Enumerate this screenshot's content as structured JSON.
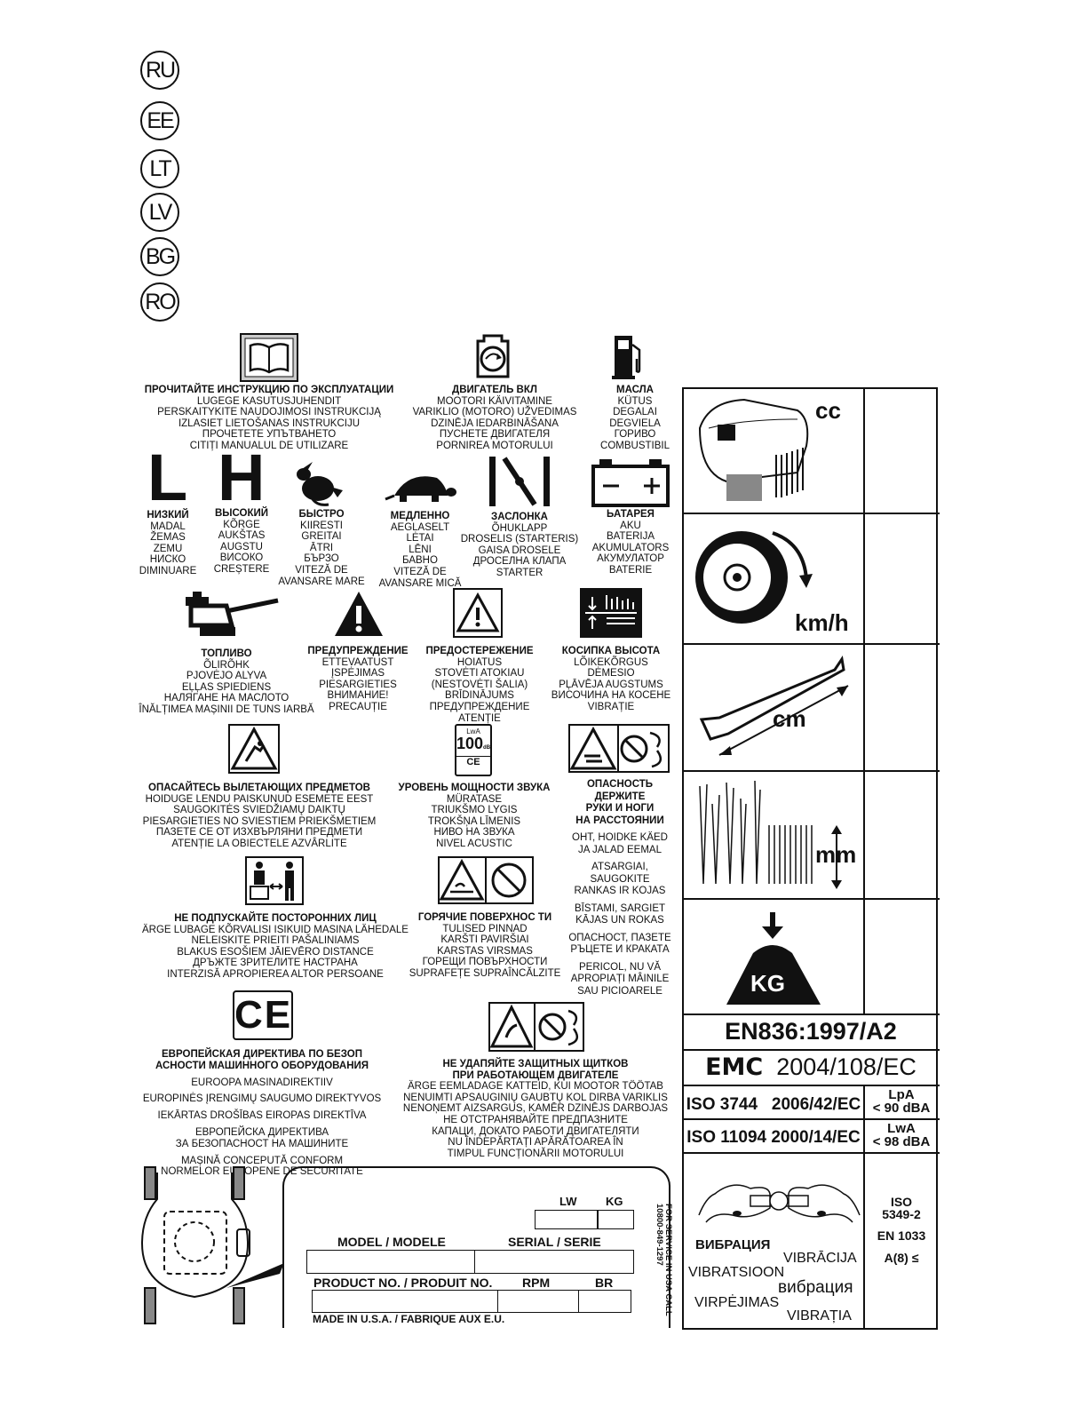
{
  "languages": [
    "RU",
    "EE",
    "LT",
    "LV",
    "BG",
    "RO"
  ],
  "blocks": {
    "read_manual": {
      "head": [
        "ПРОЧИТАЙТЕ ИНСТРУКЦИЮ ПО ЭКСПЛУАТАЦИИ"
      ],
      "lines": [
        "LUGEGE  KASUTUSJUHENDIT",
        "PERSKAITYKITE NAUDOJIMOSI INSTRUKCIJĄ",
        "IZLASIET LIETOŠANAS INSTRUKCIJU",
        "ПРОЧЕТЕТЕ УПЪТВАНЕТО",
        "CITIȚI MANUALUL DE UTILIZARE"
      ]
    },
    "engine_on": {
      "head": [
        "ДВИГАТЕЛЬ ВКЛ"
      ],
      "lines": [
        "MOOTORI KÄIVITAMINE",
        "VARIKLIO (MOTORO) UŽVEDIMAS",
        "DZINĒJA IEDARBINĀŠANA",
        "ПУСНЕТЕ ДВИГАТЕЛЯ",
        "PORNIREA MOTORULUI"
      ]
    },
    "fuel": {
      "head": [
        "МАСЛА"
      ],
      "lines": [
        "KÜTUS",
        "DEGALAI",
        "DEGVIELA",
        "ГОРИВО",
        "COMBUSTIBIL"
      ]
    },
    "low": {
      "head": [
        "НИЗКИЙ"
      ],
      "lines": [
        "MADAL",
        "ŽEMAS",
        "ZEMU",
        "НИСКО",
        "DIMINUARE"
      ]
    },
    "high": {
      "head": [
        "ВЫСОКИЙ"
      ],
      "lines": [
        "KÕRGE",
        "AUKŠTAS",
        "AUGSTU",
        "ВИСОКО",
        "CREȘTERE"
      ]
    },
    "fast": {
      "head": [
        "БЫСТРО"
      ],
      "lines": [
        "KIIRESTI",
        "GREITAI",
        "ĀTRI",
        "БЪРЗО",
        "VITEZĂ DE",
        "AVANSARE MARE"
      ]
    },
    "slow": {
      "head": [
        "МЕДЛЕННО"
      ],
      "lines": [
        "AEGLASELT",
        "LĖTAI",
        "LĒNI",
        "БАВНО",
        "VITEZĂ DE",
        "AVANSARE MICĂ"
      ]
    },
    "choke": {
      "head": [
        "ЗАСЛОНКА"
      ],
      "lines": [
        "ÕHUKLAPP",
        "DROSELIS (STARTERIS)",
        "GAISA DROSELE",
        "ДРОСЕЛНА КЛАПА",
        "STARTER"
      ]
    },
    "battery": {
      "head": [
        "ЬАТАРЕЯ"
      ],
      "lines": [
        "AKU",
        "BATERIJA",
        "AKUMULATORS",
        "АКУМУЛАТОР",
        "BATERIE"
      ]
    },
    "oil": {
      "head": [
        "ТОПЛИВО"
      ],
      "lines": [
        "ÕLIRÕHK",
        "PJOVĖJO ALYVA",
        "EĻĻAS SPIEDIENS",
        "НАЛЯГАНЕ НА МАСЛОТО",
        "ÎNĂLȚIMEA MAȘINII DE TUNS IARBĂ"
      ]
    },
    "warning": {
      "head": [
        "ПРЕДУПРЕЖДЕНИЕ"
      ],
      "lines": [
        "ETTEVAATUST",
        "ĮSPĖJIMAS",
        "PIESARGIETIES",
        "ВНИМАНИЕ!",
        "PRECAUȚIE"
      ]
    },
    "caution": {
      "head": [
        "ПРЕДОСТЕРЕЖЕНИЕ"
      ],
      "lines": [
        "HOIATUS",
        "STOVĖTI ATOKIAU",
        "(NESTOVĖTI ŠALIA)",
        "BRĪDINĀJUMS",
        "ПРЕДУПРЕЖДЕНИЕ",
        "ATENȚIE"
      ]
    },
    "cut_height": {
      "head": [
        "КОСИПКА  ВЫСОТА"
      ],
      "lines": [
        "LÕIKEKÕRGUS",
        "DĖMESIO",
        "PĻĀVĒJA AUGSTUMS",
        "ВИСОЧИНА НА КОСЕНЕ",
        "VIBRAȚIE"
      ]
    },
    "thrown_objects": {
      "head": [
        "ОПАСАЙТЕСЬ ВЫЛЕТАЮЩИХ ПРЕДМЕТОВ"
      ],
      "lines": [
        "HOIDUGE LENDU PAISKUNUD  ESEMETE EEST",
        "SAUGOKITĖS SVIEDŽIAMŲ DAIKTŲ",
        "PIESARGIETIES NO SVIESTIEM PRIEKŠMETIEM",
        "ПАЗЕТЕ СЕ ОТ ИЗХВЪРЛЯНИ ПРЕДМЕТИ",
        "ATENȚIE LA OBIECTELE AZVÂRLITE"
      ]
    },
    "sound": {
      "head": [
        "УРОВЕНЬ МОЩНОСТИ ЗВУКА"
      ],
      "lines": [
        "MÜRATASE",
        "TRIUKŠMO LYGIS",
        "TROKŠŅA LĪMENIS",
        "НИВО НА ЗВУКА",
        "NIVEL ACUSTIC"
      ]
    },
    "hands_feet": {
      "head": [
        "ОПАСНОСТЬ",
        "ДЕРЖИТЕ",
        "РУКИ И НОГИ",
        "НА РАССТОЯНИИ"
      ],
      "groups": [
        [
          "OHT, HOIDKE KÄED",
          "JA JALAD  EEMAL"
        ],
        [
          "ATSARGIAI,",
          "SAUGOKITE",
          "RANKAS IR KOJAS"
        ],
        [
          "BĪSTAMI, SARGIET",
          "KĀJAS UN ROKAS"
        ],
        [
          "ОПАСНОСТ, ПАЗЕТЕ",
          "РЪЦЕТЕ И КРАКАТА"
        ],
        [
          "PERICOL, NU VĂ",
          "APROPIAȚI MÂINILE",
          "SAU PICIOARELE"
        ]
      ]
    },
    "bystanders": {
      "head": [
        "НЕ ПОДПУСКАЙТЕ ПОСТОРОННИХ ЛИЦ"
      ],
      "lines": [
        "ÄRGE LUBAGE KÕRVALISI ISIKUID MASINA LÄHEDALE",
        "NELEISKITE PRIEITI PAŠALINIAMS",
        "BLAKUS ESOŠIEM JĀIEVĒRO DISTANCE",
        "ДРЪЖТЕ ЗРИТЕЛИТЕ НАСТРАНА",
        "INTERZISĂ APROPIEREA ALTOR PERSOANE"
      ]
    },
    "hot_surfaces": {
      "head": [
        "ГОРЯЧИЕ  ПОВЕРХНОС ТИ"
      ],
      "lines": [
        "TULISED PINNAD",
        "KARŠTI PAVIRŠIAI",
        "KARSTAS VIRSMAS",
        "ГОРЕЩИ ПОВЪРХНОСТИ",
        "SUPRAFEȚE SUPRAÎNCĂLZITE"
      ]
    },
    "ce_directive": {
      "head": [
        "ЕВРОПЕЙСКАЯ ДИРЕКТИВА ПО БЕЗОП",
        "АСНОСТИ МАШИННОГО ОБОРУДОВАНИЯ"
      ],
      "groups": [
        [
          "EUROOPA MASINADIREKTIIV"
        ],
        [
          "EUROPINĖS ĮRENGIMŲ SAUGUMO DIREKTYVOS"
        ],
        [
          "IEKĀRTAS DROŠĪBAS EIROPAS DIREKTĪVA"
        ],
        [
          "ЕВРОПЕЙСКА ДИРЕКТИВА",
          "ЗА БЕЗОПАСНОСТ НА МАШИНИТЕ"
        ],
        [
          "MAȘINĂ CONCEPUTĂ CONFORM",
          "NORMELOR EUROPENE DE SECURITATE"
        ]
      ]
    },
    "guards": {
      "head": [
        "НЕ  УДАПЯЙТЕ  ЗАЩИТНЫХ  ЩИТКОВ",
        "ПРИ  РАБОТАЮЩЕМ  ДВИГАТЕЛЕ"
      ],
      "lines": [
        "ÄRGE EEMLADAGE KATTEID, KUI MOOTOR TÖÖTAB",
        "NENUIMTI APSAUGINIŲ GAUBTŲ KOL DIRBA VARIKLIS",
        "NENOŅEMT AIZSARGUS, KAMĒR DZINĒJS DARBOJAS",
        "НЕ ОТСТРАНЯВАЙТЕ ПРЕДПАЗНИТЕ",
        "КАПАЦИ, ДОКАТО РАБОТИ ДВИГАТЕЛЯТИ",
        "NU ÎNDEPĂRTAȚI APĂRĂTOAREA ÎN",
        "TIMPUL FUNCȚIONĂRII MOTORULUI"
      ]
    }
  },
  "icons": {
    "sound_label": "LwA",
    "sound_value": "100",
    "sound_unit": "dB",
    "ce": "CE",
    "low": "L",
    "high": "H"
  },
  "spec_panel": {
    "cc": "cc",
    "kmh": "km/h",
    "cm": "cm",
    "mm": "mm",
    "kg": "KG",
    "en836": "EN836:1997/A2",
    "emc_bold": "EMC",
    "emc_rest": "2004/108/EC",
    "iso3744": "ISO 3744   2006/42/EC",
    "lpa": "LpA",
    "lpa_val": "< 90 dBA",
    "iso11094": "ISO 11094 2000/14/EC",
    "lwa": "LwA",
    "lwa_val": "< 98 dBA",
    "vibration": [
      "ВИБРАЦИЯ",
      "VIBRĀCIJA",
      "VIBRATSIOON",
      "вибрация",
      "VIRPĖJIMAS",
      "VIBRAȚIA"
    ],
    "iso5349": "ISO",
    "iso5349b": "5349-2",
    "en1033": "EN 1033",
    "a8": "A(8) ≤"
  },
  "rating_label": {
    "lw": "LW",
    "kg": "KG",
    "model": "MODEL / MODELE",
    "serial": "SERIAL / SERIE",
    "product": "PRODUCT NO. / PRODUIT NO.",
    "rpm": "RPM",
    "br": "BR",
    "made_in": "MADE IN U.S.A. / FABRIQUE AUX E.U.",
    "service": "FOR SERVICE IN USA CALL",
    "phone": "10800-849-1297"
  }
}
